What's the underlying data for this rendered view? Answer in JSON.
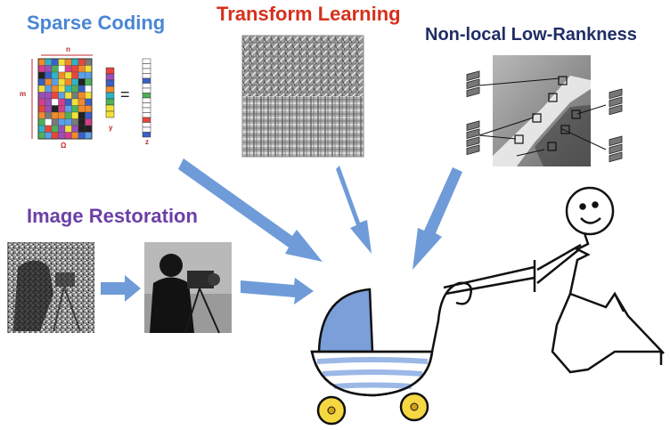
{
  "headings": {
    "sparse_coding": "Sparse Coding",
    "transform_learning": "Transform Learning",
    "nonlocal": "Non-local Low-Rankness",
    "image_restoration": "Image Restoration"
  },
  "matrix_labels": {
    "n": "n",
    "m": "m",
    "omega": "Ω",
    "y": "y",
    "equals": "=",
    "z": "z"
  },
  "colors": {
    "sparse": "#4a86d4",
    "transform": "#d6301c",
    "nonlocal": "#1f2d66",
    "restoration": "#6b3fa6",
    "arrow": "#6f9bd8",
    "stroller_blue": "#7a9fd9",
    "wheel_yellow": "#f5d742"
  }
}
